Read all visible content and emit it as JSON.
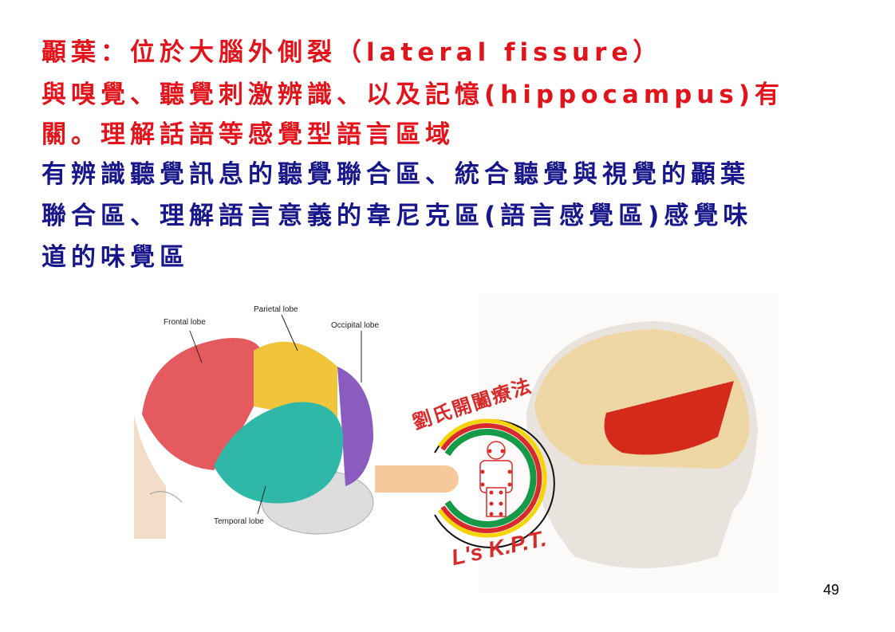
{
  "text": {
    "red_lines": [
      "顳葉：位於大腦外側裂（lateral fissure）",
      "與嗅覺、聽覺刺激辨識、以及記憶(hippocampus)有",
      "關。理解話語等感覺型語言區域"
    ],
    "blue_lines": [
      "有辨識聽覺訊息的聽覺聯合區、統合聽覺與視覺的顳葉",
      "聯合區、理解語言意義的韋尼克區(語言感覺區)感覺味",
      "道的味覺區"
    ]
  },
  "brain_diagram": {
    "labels": {
      "frontal": "Frontal lobe",
      "parietal": "Parietal lobe",
      "occipital": "Occipital lobe",
      "temporal": "Temporal lobe"
    },
    "colors": {
      "frontal": "#e55a5e",
      "parietal": "#f0c53c",
      "occipital": "#8a5cc0",
      "temporal": "#2fb8a8"
    }
  },
  "logo": {
    "chinese": "劉氏開闔療法",
    "english": "L's K.P.T."
  },
  "page_number": "49"
}
